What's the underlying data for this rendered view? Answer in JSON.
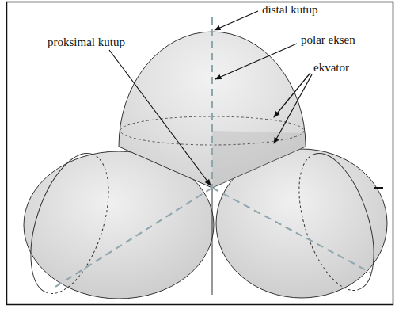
{
  "diagram": {
    "labels": [
      "distal kutup",
      "proksimal kutup",
      "polar eksen",
      "ekvator"
    ]
  }
}
